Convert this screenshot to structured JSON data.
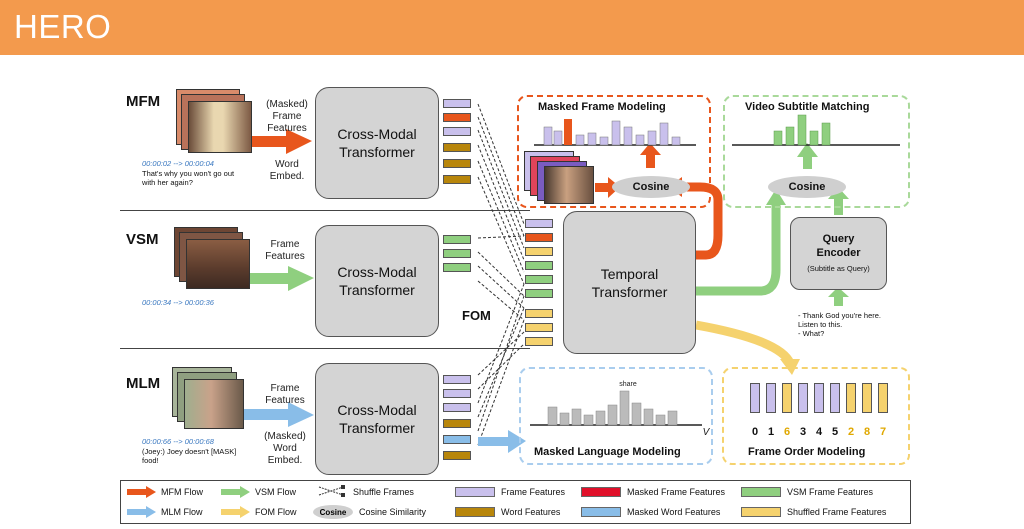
{
  "header": {
    "title": "HERO"
  },
  "tasks": {
    "mfm": {
      "label": "MFM",
      "timestamp": "00:00:02 --> 00:00:04",
      "subtitle": [
        "That's why you won't go out",
        "with her again?"
      ],
      "input1": [
        "(Masked)",
        "Frame",
        "Features"
      ],
      "input2": [
        "Word",
        "Embed."
      ]
    },
    "vsm": {
      "label": "VSM",
      "timestamp": "00:00:34 --> 00:00:36",
      "input1": [
        "Frame",
        "Features"
      ]
    },
    "mlm": {
      "label": "MLM",
      "timestamp": "00:00:66 --> 00:00:68",
      "subtitle": [
        "(Joey:) Joey doesn't [MASK]",
        "food!"
      ],
      "input1": [
        "Frame",
        "Features"
      ],
      "input2": [
        "(Masked)",
        "Word",
        "Embed."
      ]
    }
  },
  "cmt": {
    "line1": "Cross-Modal",
    "line2": "Transformer"
  },
  "temporal": {
    "line1": "Temporal",
    "line2": "Transformer"
  },
  "fom_label": "FOM",
  "query_encoder": {
    "line1": "Query",
    "line2": "Encoder",
    "note": "(Subtitle as Query)"
  },
  "query_subtitle": [
    "- Thank God you're here.",
    "Listen to this.",
    "- What?"
  ],
  "cosine_label": "Cosine",
  "boxes": {
    "mfm": "Masked Frame Modeling",
    "vsm": "Video Subtitle Matching",
    "mlm": "Masked Language Modeling",
    "fom": "Frame Order Modeling"
  },
  "mlm_chart": {
    "word": "share",
    "axis": "V"
  },
  "fom_order": [
    "0",
    "1",
    "6",
    "3",
    "4",
    "5",
    "2",
    "8",
    "7"
  ],
  "legend": {
    "mfm_flow": "MFM Flow",
    "vsm_flow": "VSM Flow",
    "shuffle": "Shuffle Frames",
    "frame_features": "Frame Features",
    "masked_frame_features": "Masked Frame Features",
    "vsm_frame_features": "VSM Frame Features",
    "mlm_flow": "MLM Flow",
    "fom_flow": "FOM Flow",
    "cosine_word": "Cosine",
    "cosine_similarity": "Cosine Similarity",
    "word_features": "Word Features",
    "masked_word_features": "Masked Word Features",
    "shuffled_frame_features": "Shuffled Frame Features"
  },
  "colors": {
    "header": "#F39A4D",
    "mfm": "#E8561C",
    "vsm": "#8FCF7F",
    "mlm": "#89BDE8",
    "fom": "#F5D26E",
    "frame": "#C9C0EC",
    "word": "#B8860B"
  }
}
